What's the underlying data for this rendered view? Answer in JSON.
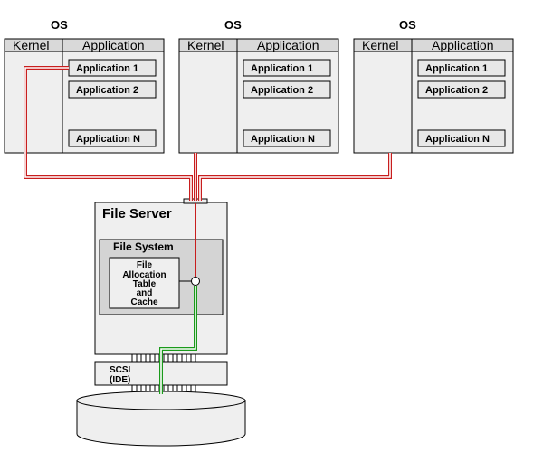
{
  "colors": {
    "panel_fill": "#efefef",
    "header_fill": "#d9d9d9",
    "inner_fill": "#d4d4d4",
    "red_link": "#c81e1e",
    "green_link": "#1a9a1a",
    "stroke": "#000000"
  },
  "os_blocks": [
    {
      "title": "OS",
      "kernel_label": "Kernel",
      "application_label": "Application",
      "apps": [
        "Application 1",
        "Application 2",
        "Application N"
      ]
    },
    {
      "title": "OS",
      "kernel_label": "Kernel",
      "application_label": "Application",
      "apps": [
        "Application 1",
        "Application 2",
        "Application N"
      ]
    },
    {
      "title": "OS",
      "kernel_label": "Kernel",
      "application_label": "Application",
      "apps": [
        "Application 1",
        "Application 2",
        "Application N"
      ]
    }
  ],
  "file_server": {
    "title": "File Server",
    "file_system": {
      "title": "File System",
      "fat_lines": [
        "File",
        "Allocation",
        "Table",
        "and",
        "Cache"
      ]
    },
    "interface_lines": [
      "SCSI",
      "(IDE)"
    ]
  }
}
